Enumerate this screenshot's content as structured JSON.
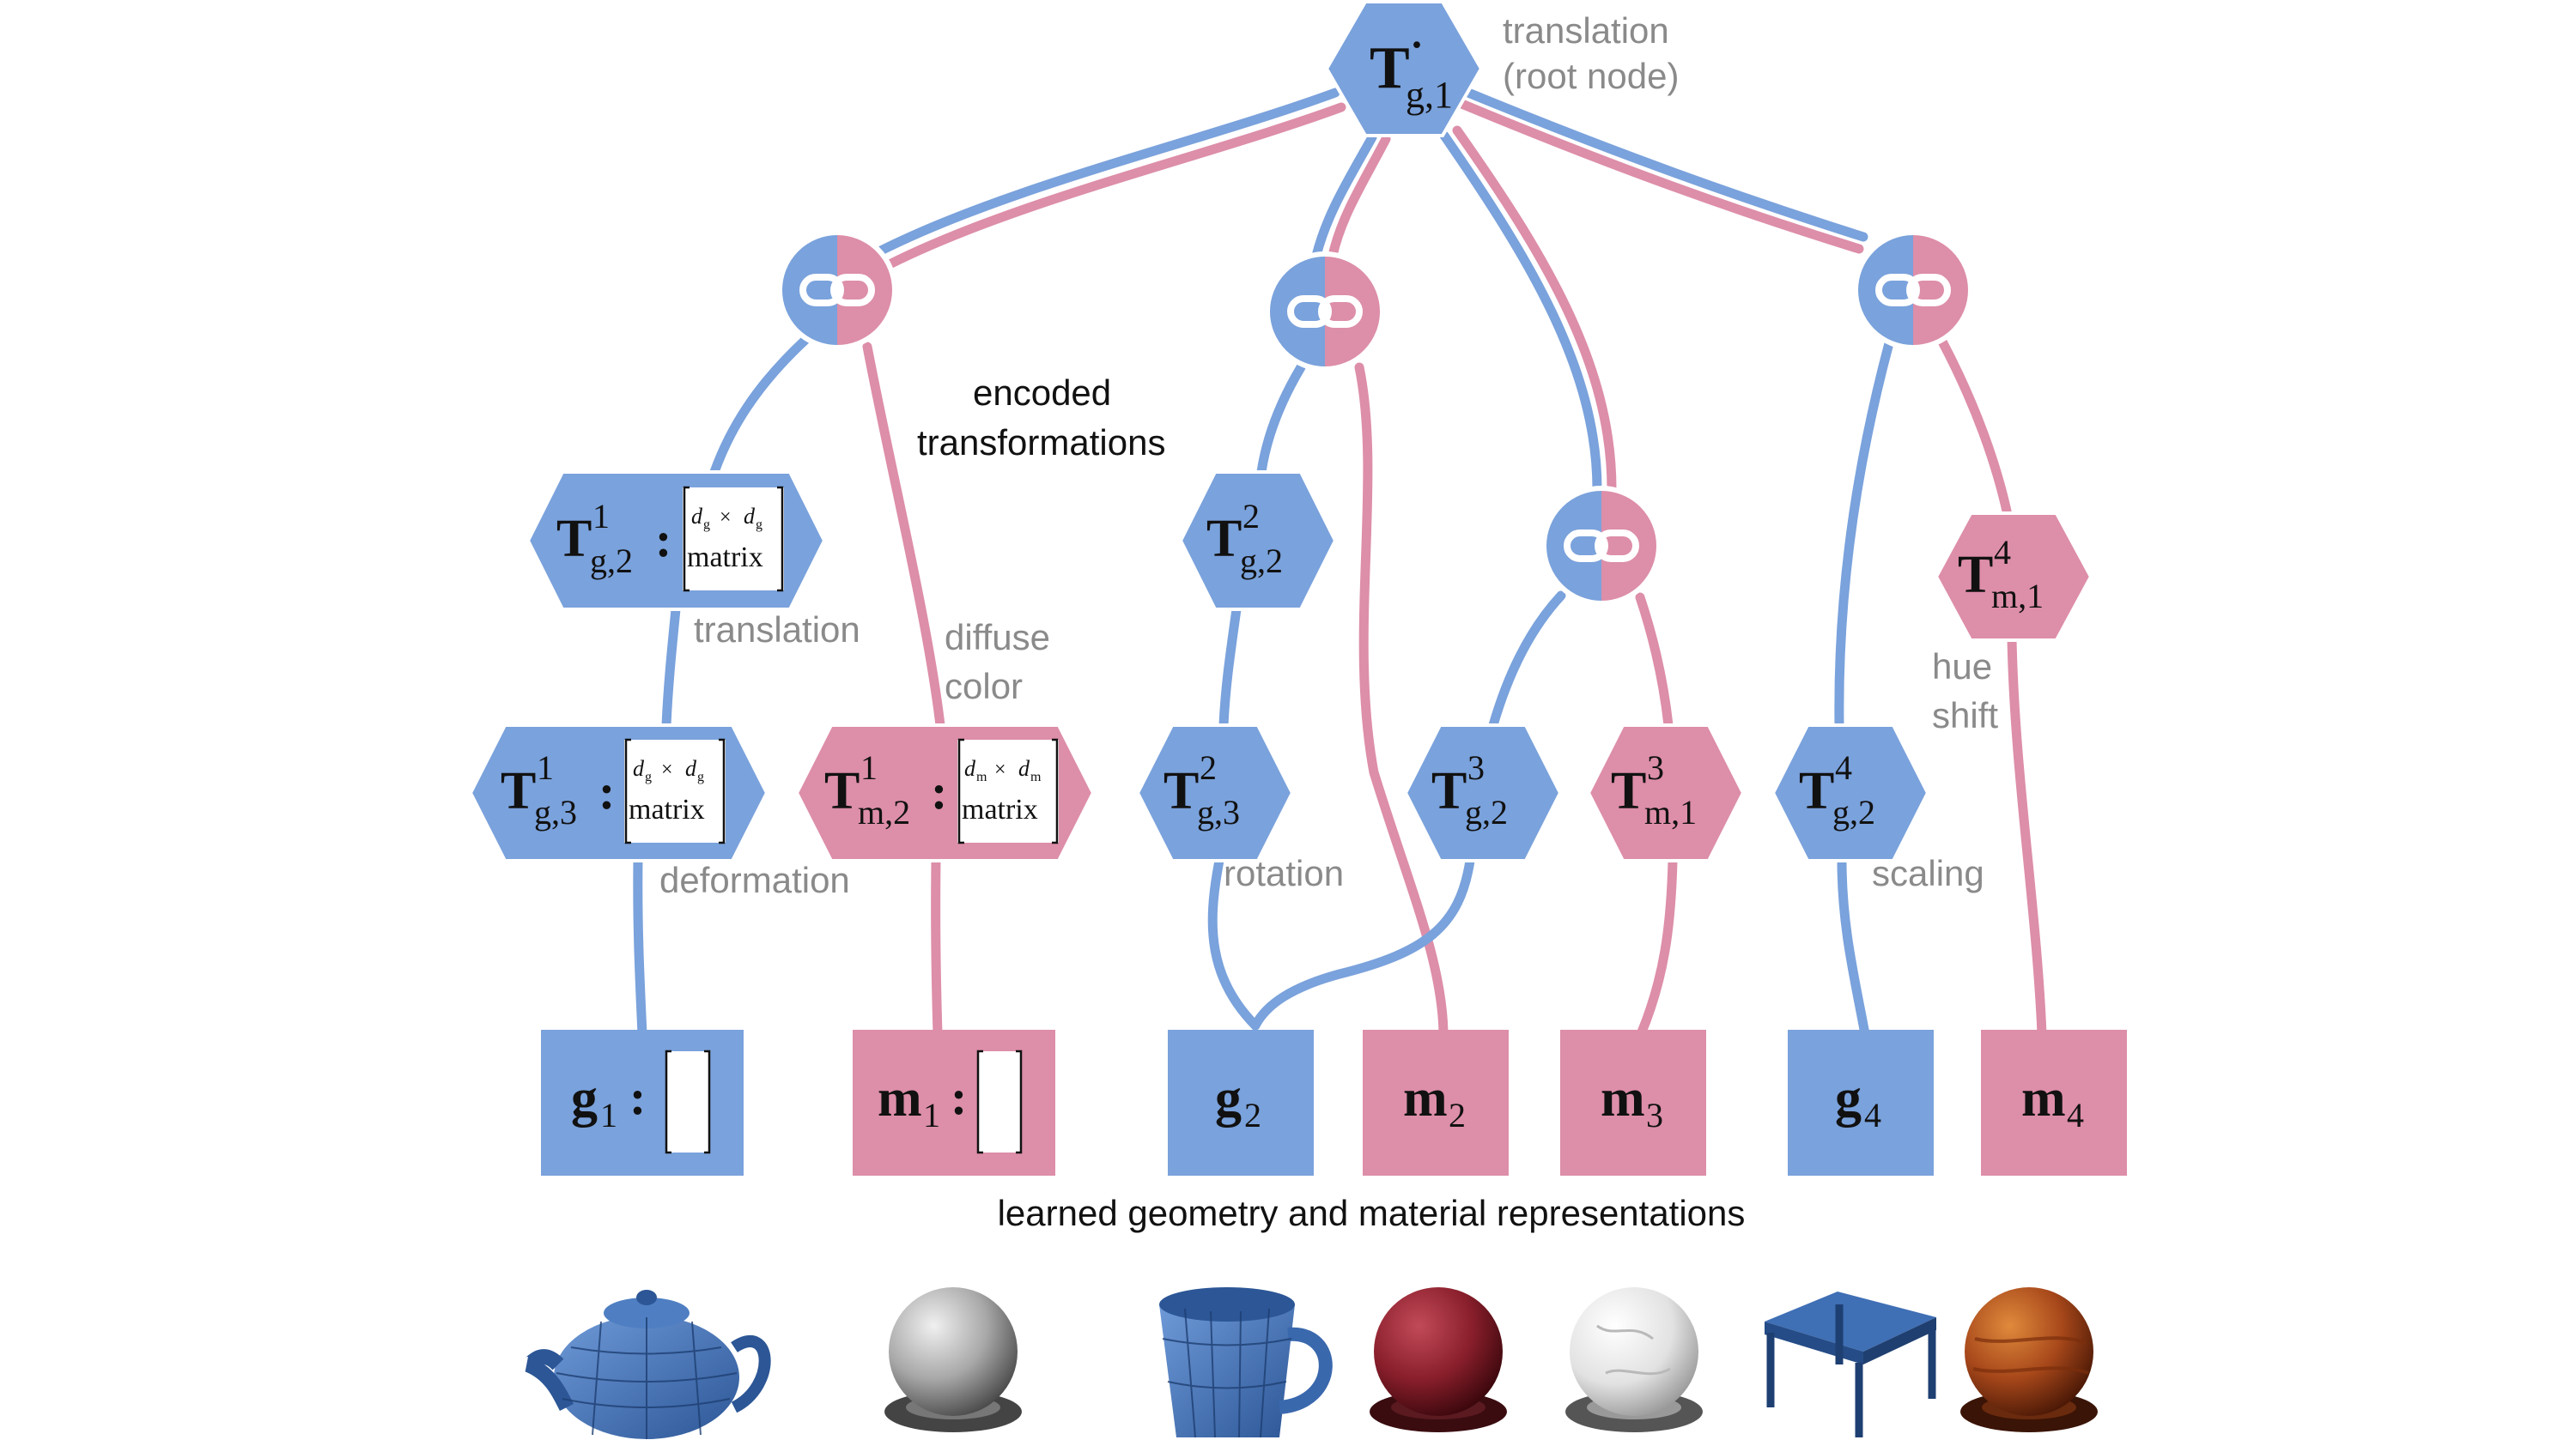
{
  "colors": {
    "geometry": "#7aa2dc",
    "material": "#dd8ea9",
    "label": "#8a8a8a",
    "text": "#111111",
    "white": "#ffffff"
  },
  "root": {
    "base": "T",
    "sup": "·",
    "sub": "g,1",
    "caption_line1": "translation",
    "caption_line2": "(root node)"
  },
  "link_icon": "link-icon",
  "nodes": {
    "tg12": {
      "base": "T",
      "sup": "1",
      "sub": "g,2",
      "colon": ":"
    },
    "tg13": {
      "base": "T",
      "sup": "1",
      "sub": "g,3",
      "colon": ":"
    },
    "tm12": {
      "base": "T",
      "sup": "1",
      "sub": "m,2",
      "colon": ":"
    },
    "tg22": {
      "base": "T",
      "sup": "2",
      "sub": "g,2"
    },
    "tg23": {
      "base": "T",
      "sup": "2",
      "sub": "g,3"
    },
    "tg32": {
      "base": "T",
      "sup": "3",
      "sub": "g,2"
    },
    "tm31": {
      "base": "T",
      "sup": "3",
      "sub": "m,1"
    },
    "tg42": {
      "base": "T",
      "sup": "4",
      "sub": "g,2"
    },
    "tm41": {
      "base": "T",
      "sup": "4",
      "sub": "m,1"
    }
  },
  "matrices": {
    "geo": {
      "d": "d",
      "sub": "g",
      "times": "×",
      "word": "matrix"
    },
    "mat": {
      "d": "d",
      "sub": "m",
      "times": "×",
      "word": "matrix"
    }
  },
  "leaves": {
    "g1": {
      "base": "g",
      "sub": "1",
      "colon": ":"
    },
    "m1": {
      "base": "m",
      "sub": "1",
      "colon": ":"
    },
    "g2": {
      "base": "g",
      "sub": "2"
    },
    "m2": {
      "base": "m",
      "sub": "2"
    },
    "m3": {
      "base": "m",
      "sub": "3"
    },
    "g4": {
      "base": "g",
      "sub": "4"
    },
    "m4": {
      "base": "m",
      "sub": "4"
    }
  },
  "labels": {
    "encoded_1": "encoded",
    "encoded_2": "transformations",
    "translation": "translation",
    "diffuse_1": "diffuse",
    "diffuse_2": "color",
    "deformation": "deformation",
    "rotation": "rotation",
    "hue_1": "hue",
    "hue_2": "shift",
    "scaling": "scaling",
    "learned": "learned geometry and material representations"
  },
  "thumbnails": [
    {
      "name": "teapot-thumbnail",
      "kind": "teapot"
    },
    {
      "name": "gray-sphere-thumbnail",
      "kind": "sphere"
    },
    {
      "name": "mug-thumbnail",
      "kind": "mug"
    },
    {
      "name": "red-sphere-thumbnail",
      "kind": "sphere"
    },
    {
      "name": "white-marble-sphere-thumbnail",
      "kind": "sphere"
    },
    {
      "name": "table-thumbnail",
      "kind": "table"
    },
    {
      "name": "wood-sphere-thumbnail",
      "kind": "sphere"
    }
  ]
}
